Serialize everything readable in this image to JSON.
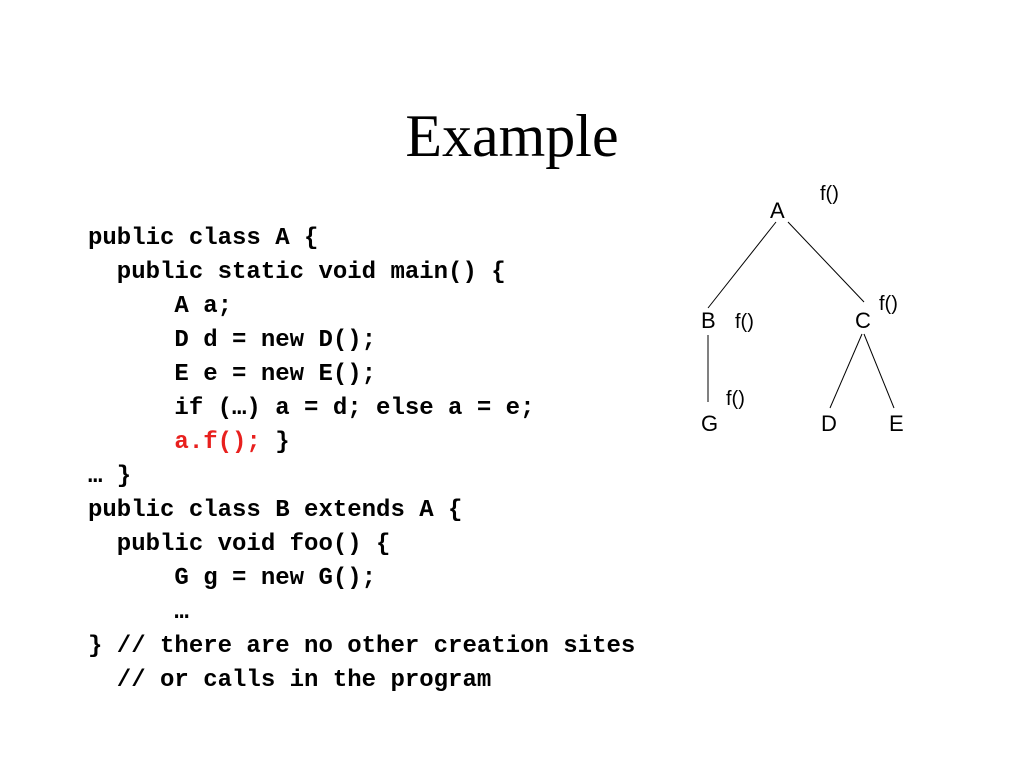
{
  "slide": {
    "title": "Example"
  },
  "code": {
    "lines": [
      {
        "text": "public class A {"
      },
      {
        "text": "  public static void main() {"
      },
      {
        "text": "      A a;"
      },
      {
        "text": "      D d = new D();"
      },
      {
        "text": "      E e = new E();"
      },
      {
        "text": "      if (…) a = d; else a = e;"
      },
      {
        "prefix": "      ",
        "highlight": "a.f();",
        "suffix": " }",
        "highlight_color": "#e8201e"
      },
      {
        "text": "… }"
      },
      {
        "text": "public class B extends A {"
      },
      {
        "text": "  public void foo() {"
      },
      {
        "text": "      G g = new G();"
      },
      {
        "text": "      …"
      },
      {
        "text": "} // there are no other creation sites"
      },
      {
        "text": "  // or calls in the program"
      }
    ]
  },
  "tree": {
    "nodes": {
      "A": "A",
      "B": "B",
      "C": "C",
      "D": "D",
      "E": "E",
      "G": "G"
    },
    "annotations": {
      "A": "f()",
      "B": "f()",
      "C": "f()",
      "G": "f()"
    },
    "edges": [
      [
        "A",
        "B"
      ],
      [
        "A",
        "C"
      ],
      [
        "B",
        "G"
      ],
      [
        "C",
        "D"
      ],
      [
        "C",
        "E"
      ]
    ]
  }
}
